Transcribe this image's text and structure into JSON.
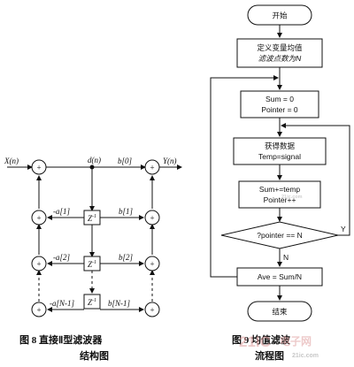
{
  "filter": {
    "input_label": "X(n)",
    "output_label": "Y(n)",
    "node_label": "d(n)",
    "delay_label": "Z",
    "delay_sup": "-1",
    "sum_symbol": "+",
    "coef_a1": "-a[1]",
    "coef_a2": "-a[2]",
    "coef_aN": "-a[N-1]",
    "coef_b0": "b[0]",
    "coef_b1": "b[1]",
    "coef_b2": "b[2]",
    "coef_bN": "b[N-1]",
    "caption_line1": "图 8   直接Ⅱ型滤波器",
    "caption_line2": "结构图"
  },
  "flowchart": {
    "start": "开始",
    "define_line1": "定义变量均值",
    "define_line2": "滤波点数为N",
    "init_line1": "Sum = 0",
    "init_line2": "Pointer = 0",
    "get_line1": "获得数据",
    "get_line2": "Temp=signal",
    "acc_line1": "Sum+=temp",
    "acc_line2": "Pointer++",
    "decision": "?pointer == N",
    "yes": "Y",
    "no": "N",
    "ave": "Ave = Sum/N",
    "end": "结束",
    "caption_line1": "图 9   均值滤波",
    "caption_line2": "流程图"
  },
  "watermark": {
    "brand_digits": "21IC",
    "brand_cn": "电子网",
    "url": "21ic.com"
  }
}
